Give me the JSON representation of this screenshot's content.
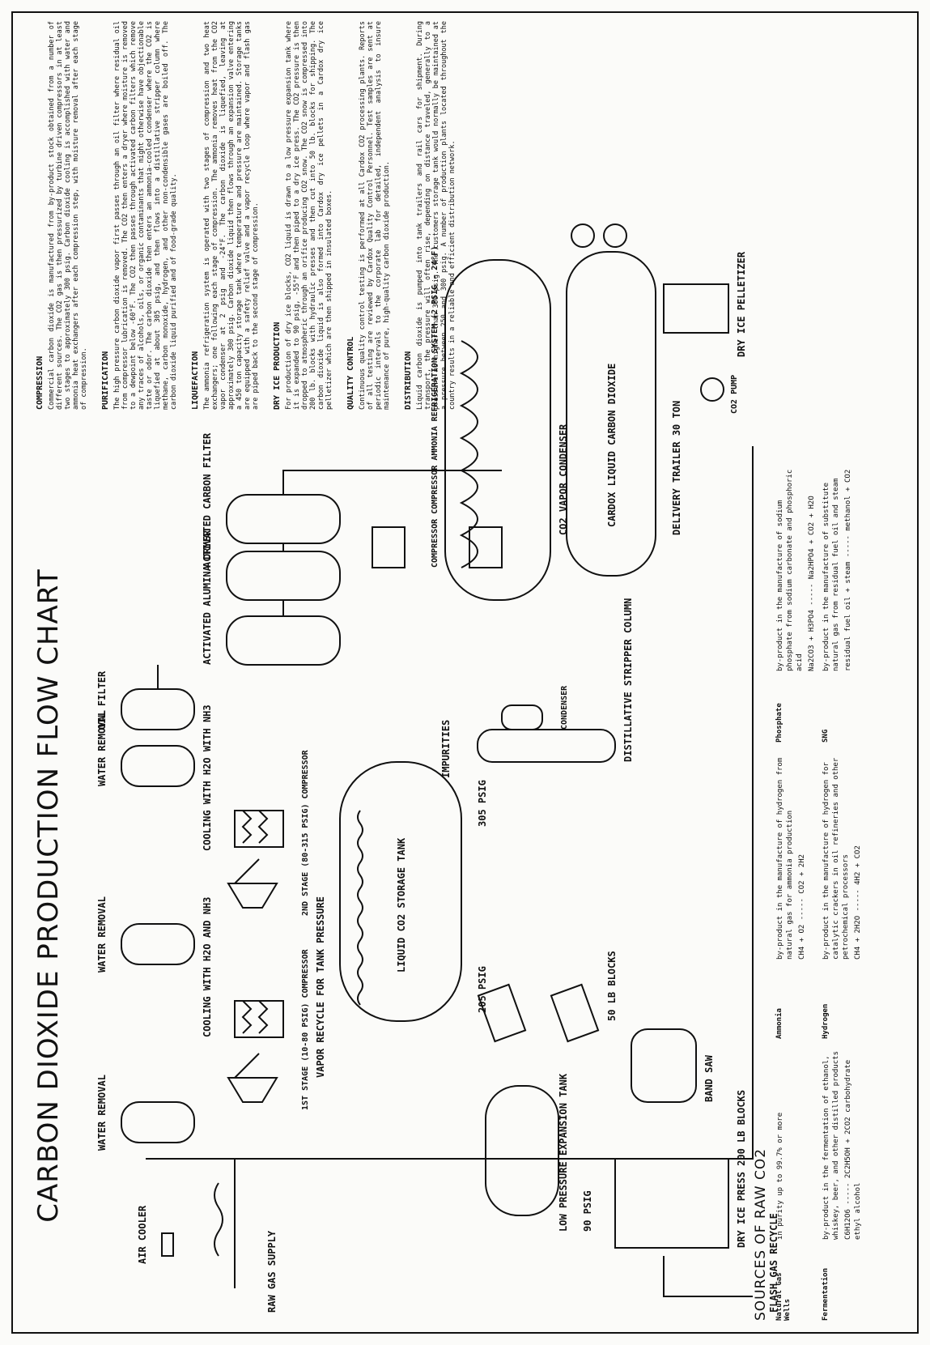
{
  "title": "CARBON DIOXIDE PRODUCTION FLOW CHART",
  "diagram": {
    "raw_gas_supply": "RAW GAS SUPPLY",
    "air_cooler": "AIR COOLER",
    "water_removal": "WATER REMOVAL",
    "cooling_h2o_nh3": "COOLING WITH H2O AND NH3",
    "cooling_h2o_with_nh3": "COOLING WITH H2O WITH NH3",
    "stage1": "1ST STAGE (10-80 PSIG) COMPRESSOR",
    "stage2": "2ND STAGE (80-315 PSIG) COMPRESSOR",
    "oil_filter": "OIL FILTER",
    "alumina_dryer": "ACTIVATED ALUMINA DRYER",
    "carbon_filter": "ACTIVATED CARBON FILTER",
    "storage_tank": "LIQUID CO2 STORAGE TANK",
    "vapor_recycle": "VAPOR RECYCLE FOR TANK PRESSURE",
    "psig_205": "205 PSIG",
    "psig_305": "305 PSIG",
    "stripper": "DISTILLATIVE STRIPPER COLUMN",
    "condenser": "CONDENSER",
    "impurities": "IMPURITIES",
    "vapor_condenser": "CO2 VAPOR CONDENSER",
    "ammonia_system": "COMPRESSOR COMPRESSOR AMMONIA REFRIGERATION SYSTEM (2 PSIG - 24°F)",
    "cardox": "CARDOX LIQUID CARBON DIOXIDE",
    "delivery_trailer": "DELIVERY TRAILER 30 TON",
    "co2_pump": "CO2 PUMP",
    "pelletizer": "DRY ICE PELLETIZER",
    "expansion_tank": "LOW PRESSURE EXPANSION TANK",
    "psig_90": "90 PSIG",
    "dry_ice_press": "DRY ICE PRESS 200 LB BLOCKS",
    "band_saw": "BAND SAW",
    "blocks_50lb": "50 LB BLOCKS",
    "flash_gas": "FLASH GAS RECYCLE"
  },
  "sections": {
    "compression": {
      "heading": "COMPRESSION",
      "body": "Commercial carbon dioxide is manufactured from by-product stock obtained from a number of different sources. The CO2 gas is then pressurized by turbine driven compressors in at least two stages to approximately 300 psig. Carbon dioxide cooling is accomplished with water and ammonia heat exchangers after each compression step, with moisture removal after each stage of compression."
    },
    "purification": {
      "heading": "PURIFICATION",
      "body": "The high pressure carbon dioxide vapor first passes through an oil filter where residual oil from compressor lubrication is removed. The CO2 then enters a dryer where moisture is removed to a dewpoint below -60°F. The CO2 then passes through activated carbon filters which remove any traces of alcohols, oils, or organic contaminants that might otherwise have objectionable taste or odor. The carbon dioxide then enters an ammonia-cooled condenser where the CO2 is liquefied at about 305 psig, and then flows into a distillative stripper column where methane, carbon monoxide, hydrogen, and other non-condensible gases are boiled off. The carbon dioxide liquid purified and of food-grade quality."
    },
    "liquefaction": {
      "heading": "LIQUEFACTION",
      "body": "The ammonia refrigeration system is operated with two stages of compression and two heat exchangers; one following each stage of compression. The ammonia removes heat from the CO2 vapor condenser at 2 psig and -24°F. The carbon dioxide is liquefied, leaving at approximately 300 psig. Carbon dioxide liquid then flows through an expansion valve entering a 450 ton capacity storage tank where temperature and pressure are maintained. Storage tanks are equipped with a safety relief valve and a vapor recycle loop where vapor and flash gas are piped back to the second stage of compression."
    },
    "dry_ice": {
      "heading": "DRY ICE PRODUCTION",
      "body": "For production of dry ice blocks, CO2 liquid is drawn to a low pressure expansion tank where it is expanded to 90 psig, -55°F and then piped to a dry ice press. The CO2 pressure is then dropped to atmospheric through an orifice producing CO2 snow. The CO2 snow is compressed into 200 lb. blocks with hydraulic presses and then cut into 50 lb. blocks for shipping. The carbon dioxide liquid is also formed into Cardox dry ice pellets in a Cardox dry ice pelletizer which are then shipped in insulated boxes."
    },
    "quality": {
      "heading": "QUALITY CONTROL",
      "body": "Continuous quality control testing is performed at all Cardox CO2 processing plants. Reports of all testing are reviewed by Cardox Quality Control Personnel. Test samples are sent at periodic intervals to the corporate lab for detailed, independent analysis to insure maintenance of pure, high-quality carbon dioxide production."
    },
    "distribution": {
      "heading": "DISTRIBUTION",
      "body": "Liquid carbon dioxide is pumped into tank trailers and rail cars for shipment. During transport, the pressure will often rise, depending on distance traveled, generally to a pressure no higher than 300 psig. The customers storage tank would normally be maintained at a pressure between 250 and 300 psig. A number of production plants located throughout the country results in a reliable and efficient distribution network."
    }
  },
  "sources": {
    "title": "SOURCES OF RAW CO2",
    "items": [
      {
        "name": "Natural Gas Wells",
        "desc": "in purity up to 99.7% or more",
        "eq": ""
      },
      {
        "name": "Fermentation",
        "desc": "by-product in the fermentation of ethanol, whiskey, beer, and other distilled products",
        "eq": "C6H12O6 ----- 2C2H5OH + 2CO2 carbohydrate ethyl alcohol"
      },
      {
        "name": "Ammonia",
        "desc": "by-product in the manufacture of hydrogen from natural gas for ammonia production",
        "eq": "CH4 + O2 ----- CO2 + 2H2"
      },
      {
        "name": "Hydrogen",
        "desc": "by-product in the manufacture of hydrogen for catalytic crackers in oil refineries and other petrochemical processors",
        "eq": "CH4 + 2H2O ----- 4H2 + CO2"
      },
      {
        "name": "Phosphate",
        "desc": "by-product in the manufacture of sodium phosphate from sodium carbonate and phosphoric acid",
        "eq": "Na2CO3 + H3PO4 ----- Na2HPO4 + CO2 + H2O"
      },
      {
        "name": "SNG",
        "desc": "by-product in the manufacture of substitute natural gas from residual fuel oil and steam",
        "eq": "residual fuel oil + steam ----- methanol + CO2"
      }
    ]
  }
}
